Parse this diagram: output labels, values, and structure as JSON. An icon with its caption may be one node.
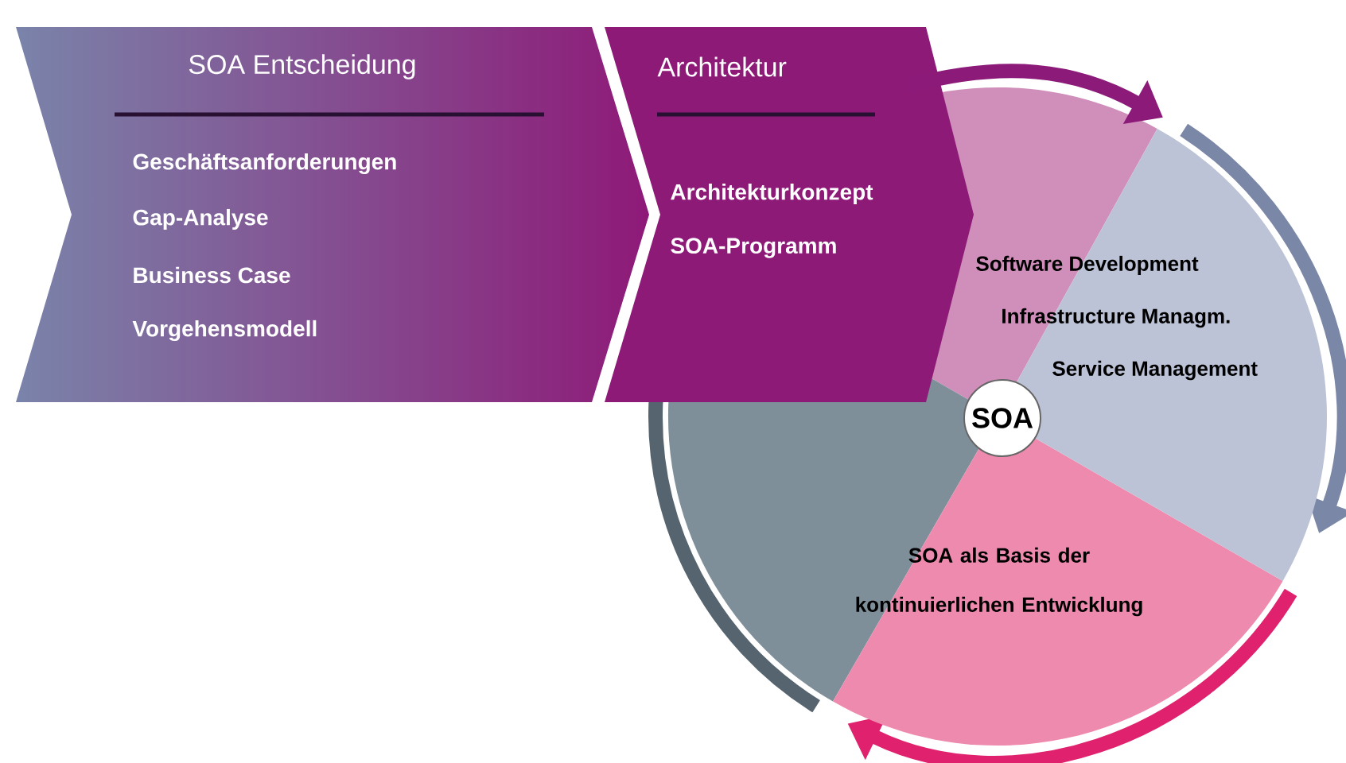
{
  "diagram": {
    "nodes": [
      {
        "text": [
          "SOA Entscheidung",
          "Geschäftsanforderungen",
          "Gap-Analyse",
          "Business Case",
          "Vorgehensmodell"
        ]
      },
      {
        "text": [
          "Architektur",
          "Architekturkonzept",
          "SOA-Programm"
        ]
      },
      {
        "text": [
          "Software Development",
          "Infrastructure Managm.",
          "Service Management",
          "SOA als Basis der kontinuierlichen Entwicklung"
        ]
      },
      {
        "text": [
          "SOA"
        ],
        "in": 2
      }
    ],
    "edges": [
      {
        "from": 1,
        "to": 2,
        "arrow": "to"
      }
    ]
  }
}
